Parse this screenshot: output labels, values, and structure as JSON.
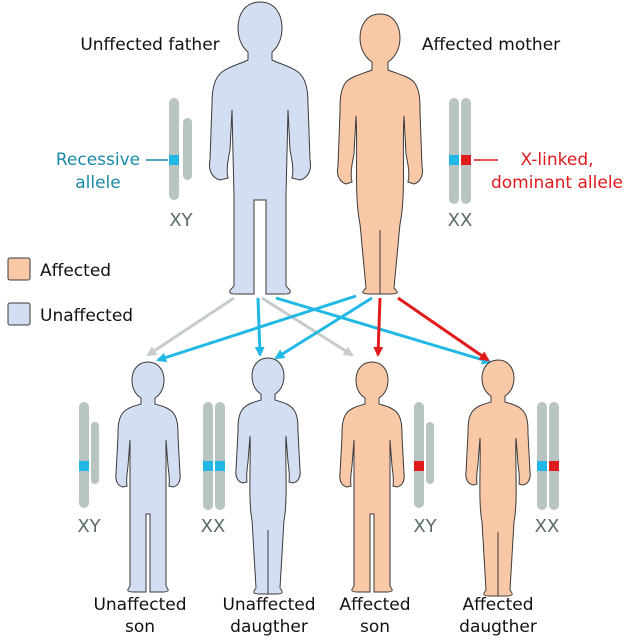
{
  "parents": {
    "father": {
      "label": "Unffected father",
      "chromosomes": "XY"
    },
    "mother": {
      "label": "Affected mother",
      "chromosomes": "XX"
    }
  },
  "alleles": {
    "recessive": {
      "line1": "Recessive",
      "line2": "allele"
    },
    "dominant": {
      "line1": "X-linked,",
      "line2": "dominant allele"
    }
  },
  "legend": {
    "affected": "Affected",
    "unaffected": "Unaffected"
  },
  "children": [
    {
      "line1": "Unaffected",
      "line2": "son",
      "chromosomes": "XY"
    },
    {
      "line1": "Unaffected",
      "line2": "daugther",
      "chromosomes": "XX"
    },
    {
      "line1": "Affected",
      "line2": "son",
      "chromosomes": "XY"
    },
    {
      "line1": "Affected",
      "line2": "daugther",
      "chromosomes": "XX"
    }
  ],
  "colors": {
    "affected_fill": "#f9c8a6",
    "unaffected_fill": "#d4def3",
    "outline": "#3a3a3a",
    "chromosome": "#b7c4c1",
    "recessive": "#22b8e6",
    "dominant": "#e11b1b",
    "recessive_text": "#1a8aa6",
    "dominant_text": "#e11b1b",
    "chromosome_label": "#5b6b6b",
    "arrow_grey": "#c5cccb",
    "arrow_blue": "#22b8e6",
    "arrow_red": "#e11b1b"
  }
}
